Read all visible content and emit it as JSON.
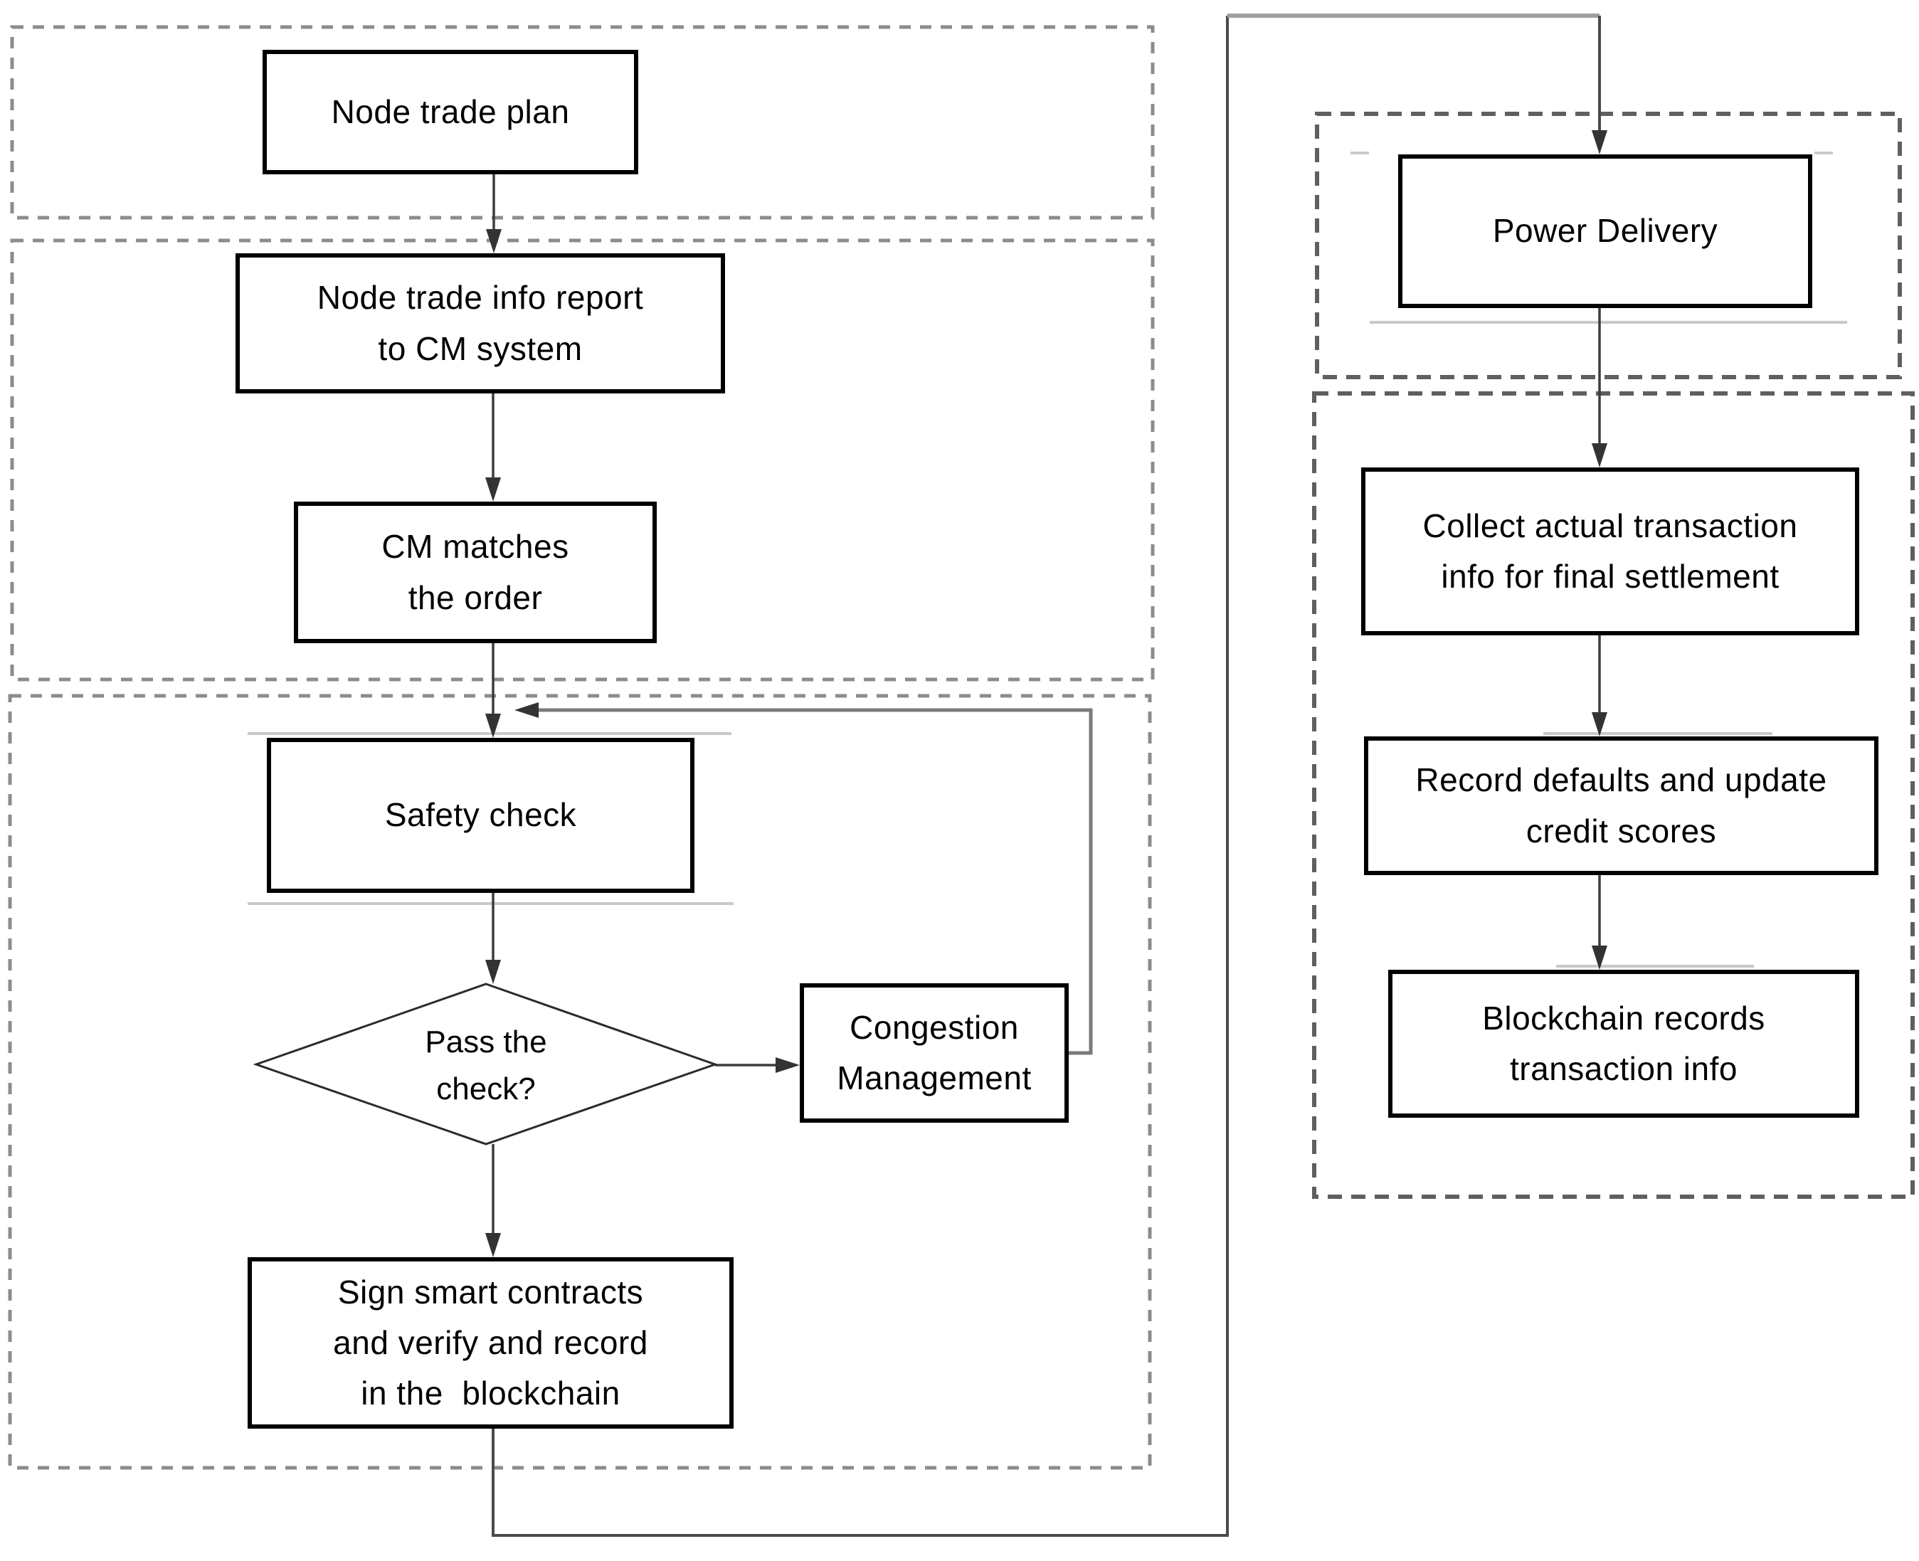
{
  "colors": {
    "background": "#ffffff",
    "box_border": "#000000",
    "text": "#000000",
    "connector": "#3d3d3d",
    "feedback_connector": "#7a7a7a",
    "loop_top_segment": "#9f9f9f",
    "dashed_group_left": "#8c8c8c",
    "dashed_group_right": "#5f5f5f",
    "scan_artifact_gray": "#c9c9c9"
  },
  "nodes": {
    "node_trade_plan": {
      "lines": [
        "Node trade plan"
      ]
    },
    "node_trade_info": {
      "lines": [
        "Node trade info report",
        "to CM system"
      ]
    },
    "cm_matches": {
      "lines": [
        "CM matches",
        "the order"
      ]
    },
    "safety_check": {
      "lines": [
        "Safety check"
      ]
    },
    "pass_the_check": {
      "lines": [
        "Pass the",
        "check?"
      ]
    },
    "congestion_management": {
      "lines": [
        "Congestion",
        "Management"
      ]
    },
    "sign_smart_contracts": {
      "lines": [
        "Sign smart contracts",
        "and verify and record",
        "in the  blockchain"
      ]
    },
    "power_delivery": {
      "lines": [
        "Power Delivery"
      ]
    },
    "collect_actual_transaction": {
      "lines": [
        "Collect actual transaction",
        "info for final settlement"
      ]
    },
    "record_defaults": {
      "lines": [
        "Record defaults and update",
        "credit scores"
      ]
    },
    "blockchain_records": {
      "lines": [
        "Blockchain records",
        "transaction info"
      ]
    }
  }
}
